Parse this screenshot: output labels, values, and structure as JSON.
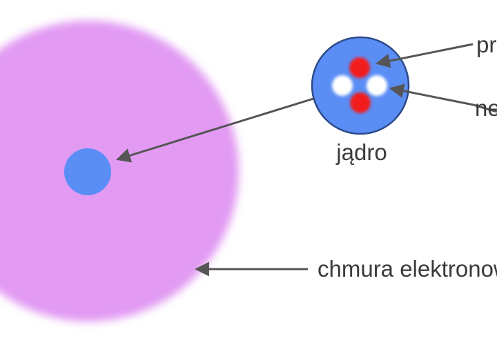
{
  "diagram": {
    "labels": {
      "proton": "proton",
      "neutron": "neutron",
      "nucleus": "jądro",
      "electron_cloud": "chmura elektronowa"
    },
    "colors": {
      "electron_cloud": "#e29af3",
      "nucleus": "#5b8ef5",
      "proton": "#f21e1e",
      "neutron": "#ffffff",
      "arrow": "#555555",
      "text": "#3a3a3a"
    }
  }
}
